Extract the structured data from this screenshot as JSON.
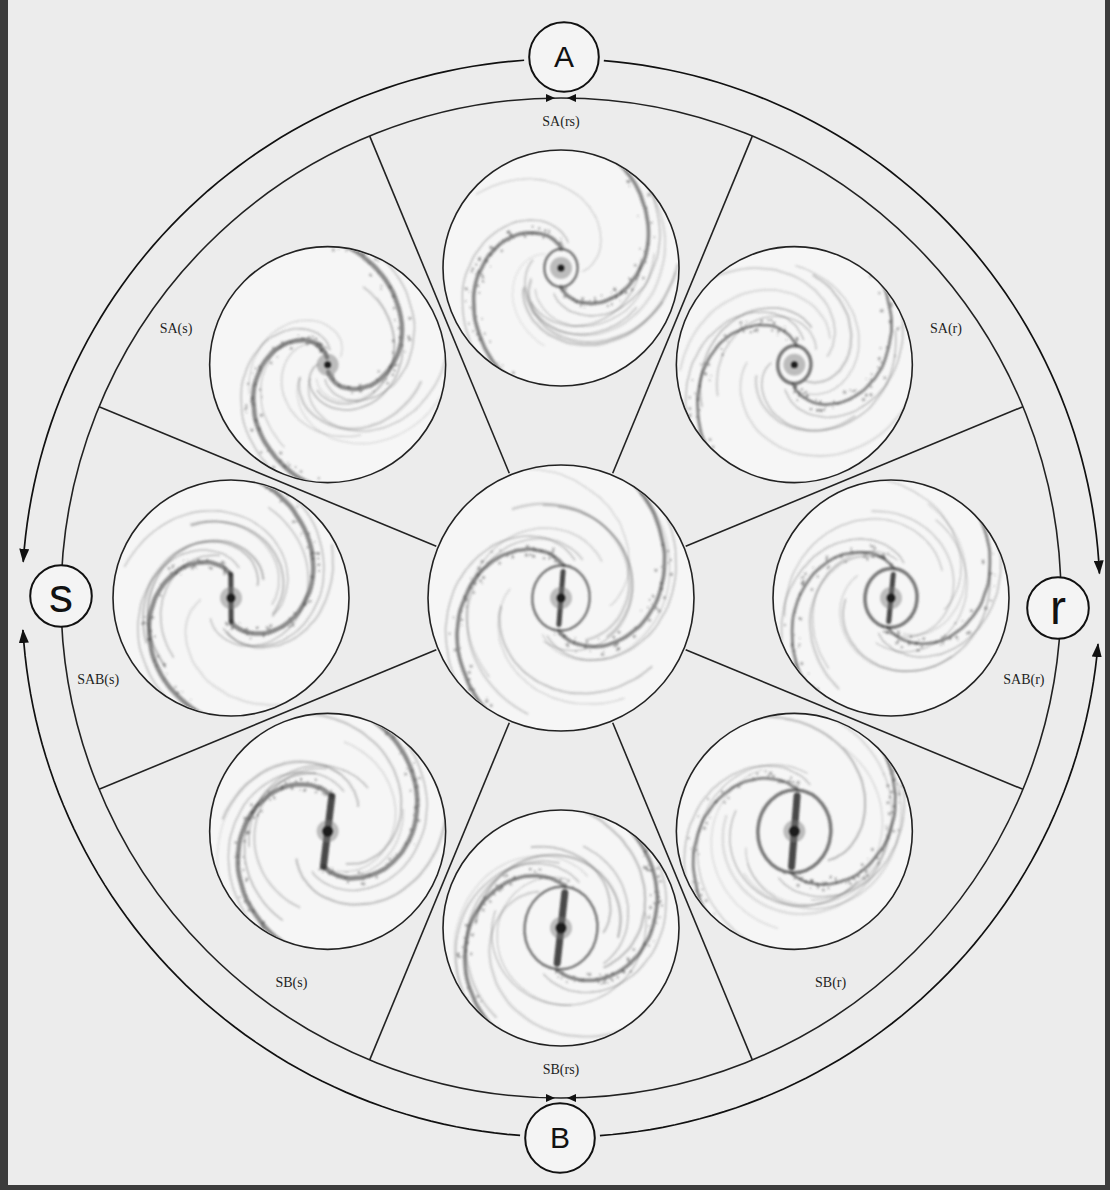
{
  "diagram": {
    "nodes": [
      {
        "text": [
          "A"
        ]
      },
      {
        "text": [
          "s"
        ]
      },
      {
        "text": [
          "r"
        ]
      },
      {
        "text": [
          "B"
        ]
      }
    ],
    "edges": [
      {
        "from": 0,
        "to": 1,
        "arrow": "to"
      },
      {
        "from": 0,
        "to": 2,
        "arrow": "to"
      },
      {
        "from": 3,
        "to": 1,
        "arrow": "to"
      },
      {
        "from": 3,
        "to": 2,
        "arrow": "to"
      }
    ],
    "labels": [
      "SA(rs)",
      "SA(s)",
      "SA(r)",
      "SAB(s)",
      "SAB(r)",
      "SB(s)",
      "SB(r)",
      "SB(rs)"
    ]
  }
}
